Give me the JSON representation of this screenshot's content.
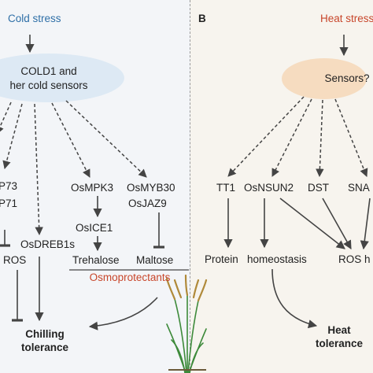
{
  "colors": {
    "cold": "#2e6fa7",
    "heat": "#c8462b",
    "osmo": "#c8462b",
    "panel_a_bg": "#f3f5f8",
    "panel_b_bg": "#f7f4ee",
    "cold_ellipse": "#dde9f4",
    "heat_ellipse": "#f6dcc0",
    "arrow": "#444444"
  },
  "panel_a": {
    "title": "Cold stress",
    "sensor_line1": "COLD1 and",
    "sensor_line2": "her cold sensors",
    "gene_p73": "P73",
    "gene_p71": "P71",
    "ros": "ROS",
    "dreb": "OsDREB1s",
    "mpk3": "OsMPK3",
    "myb30": "OsMYB30",
    "jaz9": "OsJAZ9",
    "ice1": "OsICE1",
    "trehalose": "Trehalose",
    "maltose": "Maltose",
    "osmoprotectants": "Osmoprotectants",
    "outcome_line1": "Chilling",
    "outcome_line2": "tolerance"
  },
  "panel_b": {
    "label": "B",
    "title": "Heat stress",
    "sensor": "Sensors?",
    "tt1": "TT1",
    "nsun2": "OsNSUN2",
    "dst": "DST",
    "sna": "SNA",
    "protein": "Protein",
    "homeostasis": "homeostasis",
    "ros": "ROS h",
    "outcome_line1": "Heat",
    "outcome_line2": "tolerance"
  }
}
